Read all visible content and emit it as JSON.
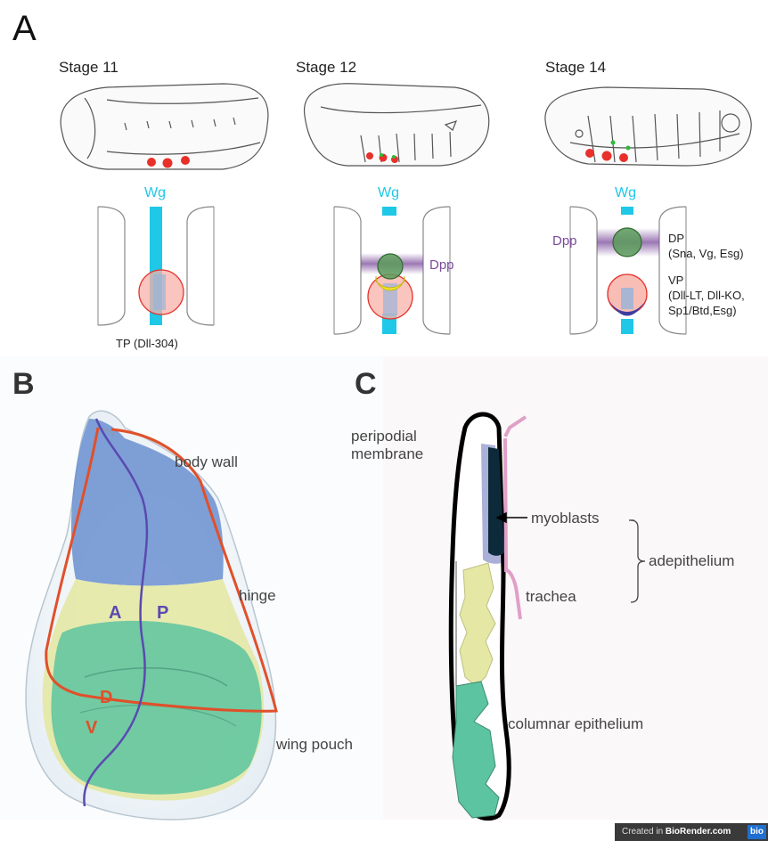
{
  "panelA": {
    "letter": "A",
    "stages": [
      "Stage 11",
      "Stage 12",
      "Stage 14"
    ],
    "wg_label": "Wg",
    "dpp_label": "Dpp",
    "tp_label": "TP (Dll-304)",
    "dp_label": "DP",
    "dp_markers": "(Sna, Vg, Esg)",
    "vp_label": "VP",
    "vp_markers_line1": "(Dll-LT, Dll-KO,",
    "vp_markers_line2": "Sp1/Btd,Esg)"
  },
  "panelB": {
    "letter": "B",
    "body_wall": "body wall",
    "hinge": "hinge",
    "wing_pouch": "wing pouch",
    "A": "A",
    "P": "P",
    "D": "D",
    "V": "V"
  },
  "panelC": {
    "letter": "C",
    "peripodial_line1": "peripodial",
    "peripodial_line2": "membrane",
    "myoblasts": "myoblasts",
    "adepithelium": "adepithelium",
    "trachea": "trachea",
    "columnar": "columnar epithelium"
  },
  "footer": {
    "created_in": "Created in",
    "brand": "BioRender.com",
    "badge": "bio"
  },
  "colors": {
    "wg": "#1ec8e6",
    "dpp": "#7a4a9a",
    "primordium_red": "#e8302a",
    "dp_green": "#5a9a5a",
    "vp_blue": "#3d3ea0",
    "body_wall_blue": "#6a8fd0",
    "hinge_yellow": "#e4e8a4",
    "pouch_green": "#5cc4a0",
    "compartment_red": "#e0502a",
    "compartment_blue": "#5a4ab0",
    "adepithelium_dark": "#0d2a3a",
    "trachea_pink": "#e0a0c8"
  }
}
